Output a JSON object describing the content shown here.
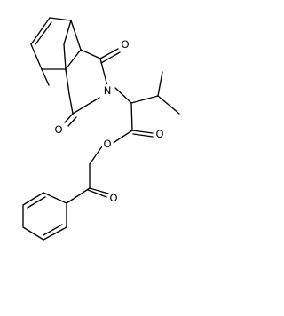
{
  "molecule": {
    "atoms": {
      "o_top": "O",
      "o_bottom": "O",
      "n": "N",
      "o_ester": "O",
      "o_ester_carbonyl": "O",
      "o_ketone": "O"
    }
  },
  "colors": {
    "bond": "#000000",
    "label": "#000000",
    "background": "#ffffff"
  }
}
